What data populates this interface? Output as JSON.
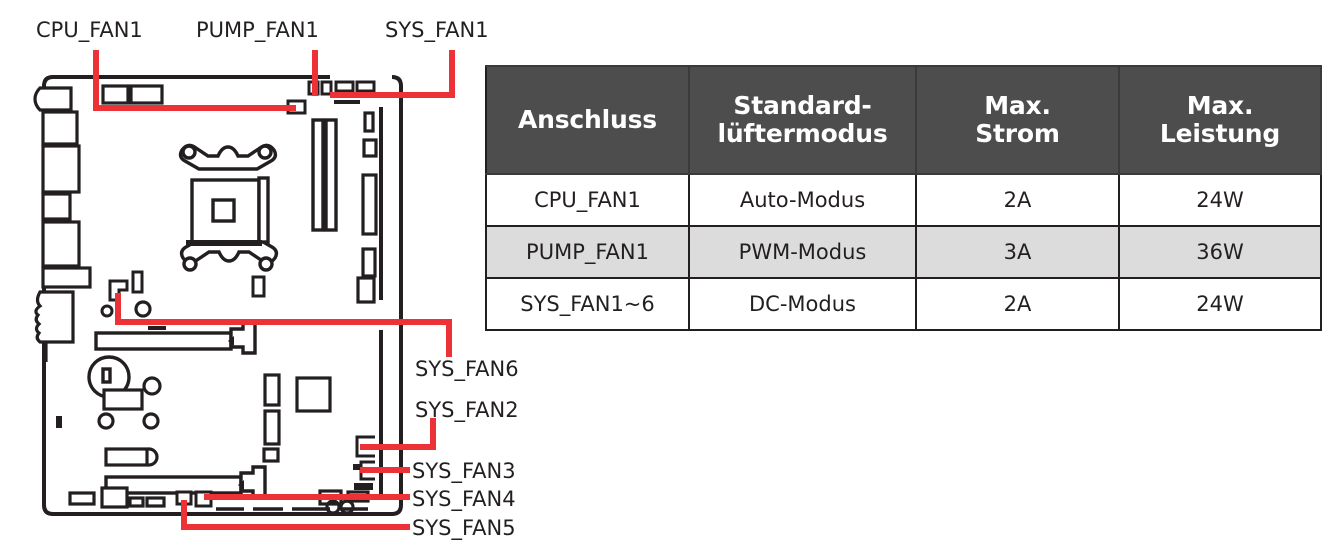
{
  "diagram": {
    "name": "motherboard-fan-connector-diagram",
    "accent_color": "#ed3237",
    "outline_color": "#231f20",
    "callouts": [
      {
        "id": "cpu-fan1",
        "label": "CPU_FAN1"
      },
      {
        "id": "pump-fan1",
        "label": "PUMP_FAN1"
      },
      {
        "id": "sys-fan1",
        "label": "SYS_FAN1"
      },
      {
        "id": "sys-fan6",
        "label": "SYS_FAN6"
      },
      {
        "id": "sys-fan2",
        "label": "SYS_FAN2"
      },
      {
        "id": "sys-fan3",
        "label": "SYS_FAN3"
      },
      {
        "id": "sys-fan4",
        "label": "SYS_FAN4"
      },
      {
        "id": "sys-fan5",
        "label": "SYS_FAN5"
      }
    ]
  },
  "table": {
    "name": "fan-specification-table",
    "header_bg": "#4d4d4d",
    "alt_row_bg": "#dcdcdc",
    "headers": [
      "Anschluss",
      "Standard-\nlüftermodus",
      "Max.\nStrom",
      "Max.\nLeistung"
    ],
    "headers_line1": [
      "Anschluss",
      "Standard-",
      "Max.",
      "Max."
    ],
    "headers_line2": [
      "",
      "lüftermodus",
      "Strom",
      "Leistung"
    ],
    "rows": [
      {
        "connector": "CPU_FAN1",
        "default_mode": "Auto-Modus",
        "max_current": "2A",
        "max_power": "24W",
        "shaded": false
      },
      {
        "connector": "PUMP_FAN1",
        "default_mode": "PWM-Modus",
        "max_current": "3A",
        "max_power": "36W",
        "shaded": true
      },
      {
        "connector": "SYS_FAN1~6",
        "default_mode": "DC-Modus",
        "max_current": "2A",
        "max_power": "24W",
        "shaded": false
      }
    ]
  }
}
